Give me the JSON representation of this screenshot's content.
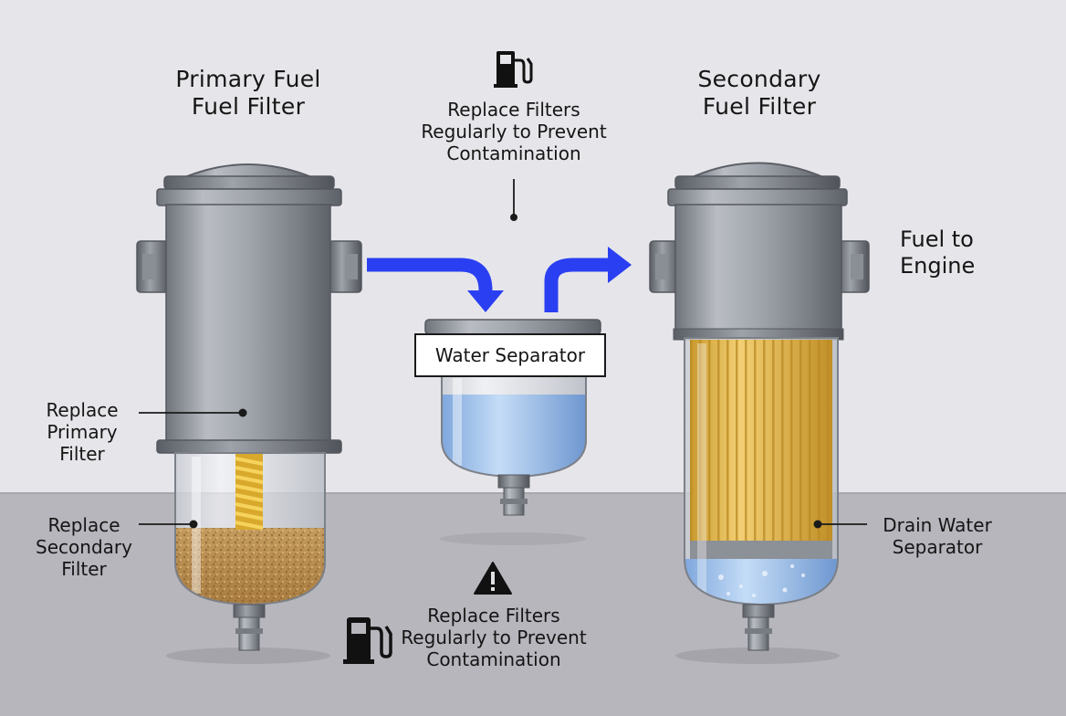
{
  "primary": {
    "title_line1": "Primary Fuel",
    "title_line2": "Fuel Filter"
  },
  "secondary": {
    "title_line1": "Secondary",
    "title_line2": "Fuel Filter"
  },
  "top_note": {
    "line1": "Replace Filters",
    "line2": "Regularly to Prevent",
    "line3": "Contamination",
    "icon": "fuel-pump-icon"
  },
  "bottom_note": {
    "line1": "Replace Filters",
    "line2": "Regularly to Prevent",
    "line3": "Contamination",
    "icons": [
      "warning-icon",
      "fuel-pump-icon"
    ]
  },
  "water_separator": {
    "label": "Water Separator"
  },
  "engine": {
    "line1": "Fuel to",
    "line2": "Engine"
  },
  "callouts": {
    "replace_primary": {
      "line1": "Replace",
      "line2": "Primary",
      "line3": "Filter"
    },
    "replace_secondary": {
      "line1": "Replace",
      "line2": "Secondary",
      "line3": "Filter"
    },
    "drain_water": {
      "line1": "Drain Water",
      "line2": "Separator"
    }
  },
  "colors": {
    "flow_arrow": "#2B3FF2",
    "wall": "#E6E6EA",
    "floor": "#B7B6BD",
    "filter_media": "#E7B84A",
    "water": "#8FB6E8",
    "sediment": "#C49A5A"
  }
}
